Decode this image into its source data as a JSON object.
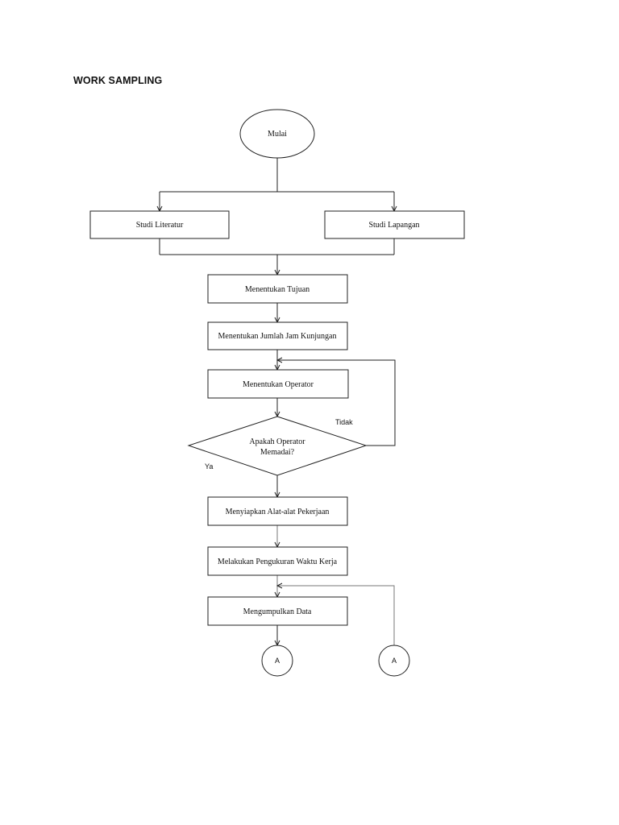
{
  "document": {
    "title": "WORK SAMPLING"
  },
  "flowchart": {
    "nodes": {
      "start": "Mulai",
      "literature": "Studi Literatur",
      "field": "Studi Lapangan",
      "goal": "Menentukan Tujuan",
      "hours": "Menentukan Jumlah Jam Kunjungan",
      "operator": "Menentukan Operator",
      "decision_line1": "Apakah Operator",
      "decision_line2": "Memadai?",
      "tools": "Menyiapkan Alat-alat Pekerjaan",
      "measure": "Melakukan Pengukuran Waktu Kerja",
      "collect": "Mengumpulkan Data",
      "connector_out": "A",
      "connector_in": "A"
    },
    "edges": {
      "no_label": "Tidak",
      "yes_label": "Ya"
    }
  }
}
